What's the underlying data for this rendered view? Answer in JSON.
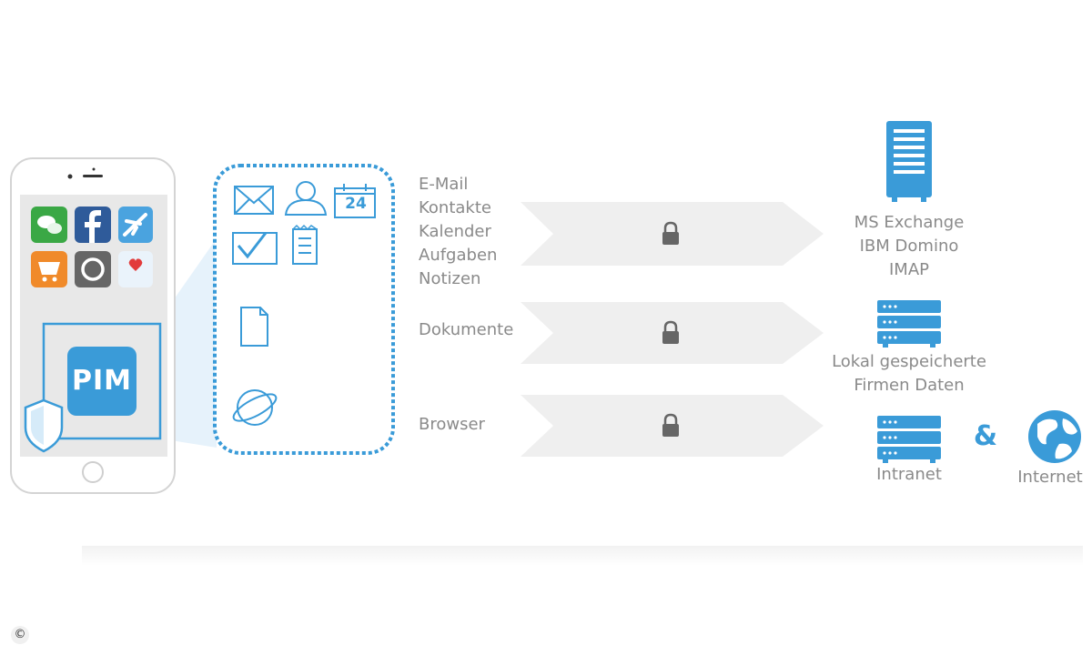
{
  "phone": {
    "apps": [
      {
        "icon": "chat-icon",
        "color": "#3aa845"
      },
      {
        "icon": "facebook-icon",
        "color": "#2f5b9a"
      },
      {
        "icon": "airplane-icon",
        "color": "#4aa3df"
      },
      {
        "icon": "shopping-cart-icon",
        "color": "#f08a2a"
      },
      {
        "icon": "circle-app-icon",
        "color": "#666666"
      },
      {
        "icon": "heart-icon",
        "color": "#e23b3b"
      }
    ],
    "pim_label": "PIM",
    "shield_icon": "shield-icon"
  },
  "container_icons": [
    "mail-icon",
    "contact-icon",
    "calendar-icon",
    "tasks-icon",
    "notes-icon",
    "document-icon",
    "browser-icon"
  ],
  "calendar_day": "24",
  "rows": [
    {
      "labels": [
        "E-Mail",
        "Kontakte",
        "Kalender",
        "Aufgaben",
        "Notizen"
      ],
      "lock_icon": "lock-icon",
      "destination": [
        "MS Exchange",
        "IBM Domino",
        "IMAP"
      ]
    },
    {
      "labels": [
        "Dokumente"
      ],
      "lock_icon": "lock-icon",
      "destination": [
        "Lokal gespeicherte",
        "Firmen Daten"
      ]
    },
    {
      "labels": [
        "Browser"
      ],
      "lock_icon": "lock-icon",
      "destination": [
        "Intranet"
      ]
    }
  ],
  "ampersand": "&",
  "internet_label": "Internet",
  "copyright_symbol": "©",
  "colors": {
    "accent": "#3a9bd8",
    "arrow": "#efefef",
    "text": "#8a8a8a"
  }
}
